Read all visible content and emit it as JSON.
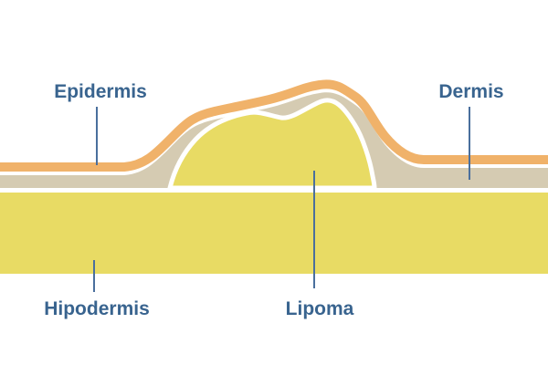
{
  "diagram": {
    "labels": {
      "epidermis": "Epidermis",
      "dermis": "Dermis",
      "hipodermis": "Hipodermis",
      "lipoma": "Lipoma"
    },
    "colors": {
      "epidermis_layer": "#F0B26A",
      "dermis_layer": "#D5CBB2",
      "fat_tissue": "#E8DB64",
      "label_text": "#39648F",
      "pointer_line": "#4A6F9D",
      "layer_gap": "#FFFFFF",
      "background": "#FFFFFF"
    }
  }
}
